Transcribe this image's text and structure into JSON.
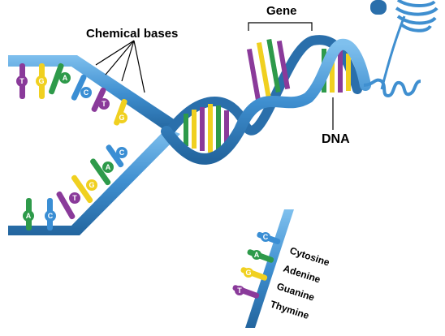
{
  "labels": {
    "chemical_bases": "Chemical bases",
    "gene": "Gene",
    "dna": "DNA"
  },
  "legend": {
    "cytosine": "Cytosine",
    "adenine": "Adenine",
    "guanine": "Guanine",
    "thymine": "Thymine"
  },
  "base_letters": {
    "cytosine": "C",
    "adenine": "A",
    "guanine": "G",
    "thymine": "T"
  },
  "colors": {
    "backbone": "#3f8fd0",
    "backbone_dark": "#2a6fab",
    "cytosine": "#3a8ed4",
    "adenine": "#2e9a4a",
    "guanine": "#f0d020",
    "thymine": "#8a3a9a"
  }
}
